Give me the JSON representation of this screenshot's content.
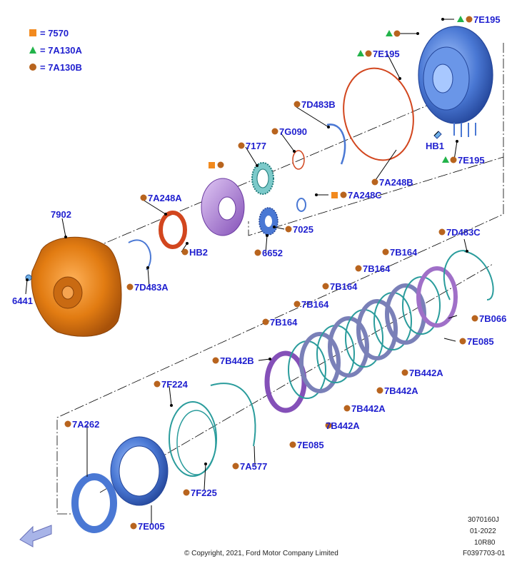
{
  "legend": [
    {
      "symbol": "square",
      "color": "#f28a1e",
      "text": "= 7570"
    },
    {
      "symbol": "triangle",
      "color": "#22b34a",
      "text": "= 7A130A"
    },
    {
      "symbol": "circle",
      "color": "#b8641e",
      "text": "= 7A130B"
    }
  ],
  "labels": {
    "l_7e195_top": "7E195",
    "l_7e195_mid": "7E195",
    "l_7e195_bot": "7E195",
    "l_hb1": "HB1",
    "l_7d483b": "7D483B",
    "l_7g090": "7G090",
    "l_7177": "7177",
    "l_7a248b": "7A248B",
    "l_7a248a": "7A248A",
    "l_7a248c": "7A248C",
    "l_7902": "7902",
    "l_hb2": "HB2",
    "l_7025": "7025",
    "l_6652": "6652",
    "l_7d483a": "7D483A",
    "l_6441": "6441",
    "l_7d483c": "7D483C",
    "l_7b164_1": "7B164",
    "l_7b164_2": "7B164",
    "l_7b164_3": "7B164",
    "l_7b164_4": "7B164",
    "l_7b164_5": "7B164",
    "l_7b066": "7B066",
    "l_7e085_r": "7E085",
    "l_7b442b": "7B442B",
    "l_7b442a_1": "7B442A",
    "l_7b442a_2": "7B442A",
    "l_7b442a_3": "7B442A",
    "l_7b442a_4": "7B442A",
    "l_7f224": "7F224",
    "l_7e085_b": "7E085",
    "l_7a262": "7A262",
    "l_7a577": "7A577",
    "l_7f225": "7F225",
    "l_7e005": "7E005"
  },
  "colors": {
    "label_blue": "#1f1fcf",
    "orange_part": "#f08a1e",
    "blue_part": "#4a78d4",
    "purple_part": "#a070c8",
    "teal_part": "#2a9c9c",
    "red_part": "#d2461e",
    "marker_brown": "#b8641e",
    "marker_green": "#22b34a",
    "marker_orange": "#f28a1e"
  },
  "footer": {
    "code": "3070160J",
    "date": "01-2022",
    "model": "10R80",
    "figure": "F0397703-01",
    "copyright": "© Copyright, 2021, Ford Motor Company Limited"
  }
}
